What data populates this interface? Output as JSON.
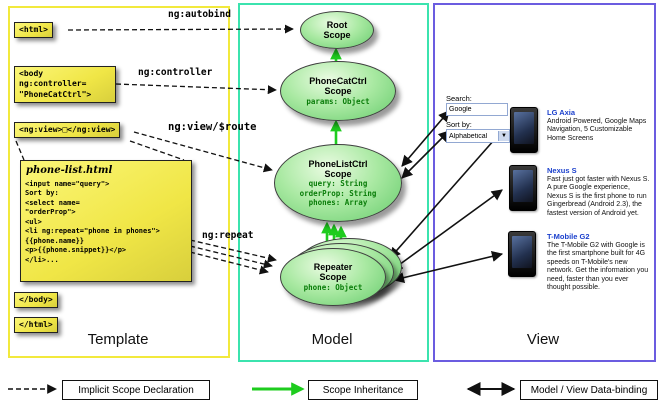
{
  "panels": {
    "template": {
      "label": "Template"
    },
    "model": {
      "label": "Model"
    },
    "view": {
      "label": "View"
    }
  },
  "template": {
    "html_open": "<html>",
    "body_open_lines": [
      "<body",
      "ng:controller=",
      "\"PhoneCatCtrl\">"
    ],
    "ng_view": "<ng:view>□</ng:view>",
    "phone_list": {
      "title": "phone-list.html",
      "lines": [
        "<input name=\"query\">",
        "Sort by:",
        "<select name=",
        "\"orderProp\">",
        "<ul>",
        "<li ng:repeat=\"phone in phones\">",
        "{{phone.name}}",
        "<p>{{phone.snippet}}</p>",
        "</li>..."
      ]
    },
    "body_close": "</body>",
    "html_close": "</html>"
  },
  "labels": {
    "ng_autobind": "ng:autobind",
    "ng_controller": "ng:controller",
    "ng_view_route": "ng:view/$route",
    "ng_repeat": "ng:repeat"
  },
  "model": {
    "root": {
      "title": "Root Scope"
    },
    "phonecat": {
      "title": "PhoneCatCtrl Scope",
      "props": [
        "params: Object"
      ]
    },
    "phonelist": {
      "title": "PhoneListCtrl Scope",
      "props": [
        "query: String",
        "orderProp: String",
        "phones: Array"
      ]
    },
    "repeater": {
      "title": "Repeater Scope",
      "props": [
        "phone: Object"
      ]
    }
  },
  "view": {
    "search_label": "Search:",
    "search_value": "Google",
    "sort_label": "Sort by:",
    "sort_value": "Alphabetical",
    "phones": [
      {
        "name": "LG Axia",
        "description": "Android Powered, Google Maps Navigation, 5 Customizable Home Screens"
      },
      {
        "name": "Nexus S",
        "description": "Fast just got faster with Nexus S. A pure Google experience, Nexus S is the first phone to run Gingerbread (Android 2.3), the fastest version of Android yet."
      },
      {
        "name": "T-Mobile G2",
        "description": "The T-Mobile G2 with Google is the first smartphone built for 4G speeds on T-Mobile's new network. Get the information you need, faster than you ever thought possible."
      }
    ]
  },
  "legend": {
    "implicit": "Implicit Scope Declaration",
    "inheritance": "Scope Inheritance",
    "binding": "Model / View Data-binding"
  }
}
